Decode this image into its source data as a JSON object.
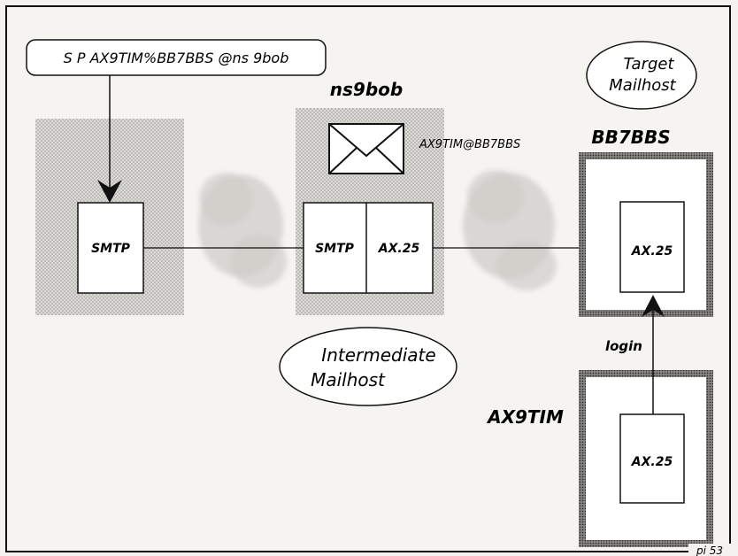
{
  "command_label": "S P  AX9TIM%BB7BBS @ns 9bob",
  "hosts": {
    "intermediate": "ns9bob",
    "target": "BB7BBS",
    "user": "AX9TIM"
  },
  "boxes": {
    "left_smtp": "SMTP",
    "mid_smtp": "SMTP",
    "mid_ax25": "AX.25",
    "target_ax25": "AX.25",
    "user_ax25": "AX.25"
  },
  "envelope_address": "AX9TIM@BB7BBS",
  "ellipses": {
    "target_line1": "Target",
    "target_line2": "Mailhost",
    "intermediate_line1": "Intermediate",
    "intermediate_line2": "Mailhost"
  },
  "login_label": "login",
  "page_ref": "pi 53"
}
